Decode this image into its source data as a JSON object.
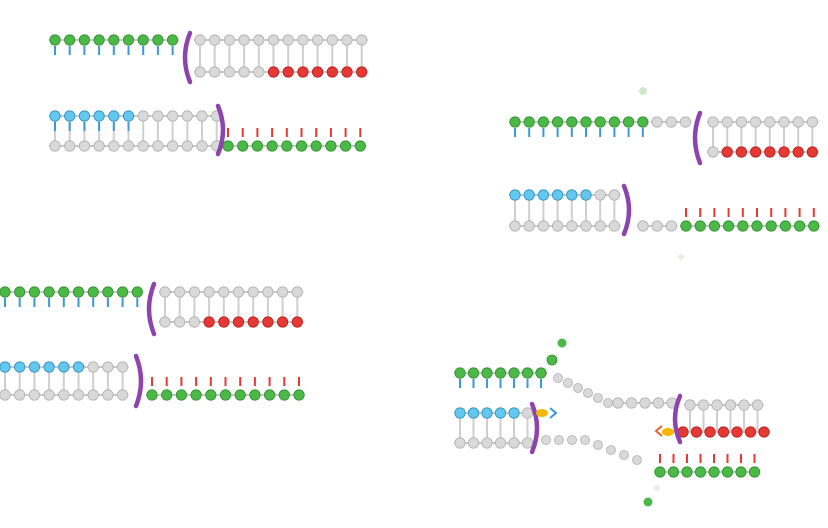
{
  "colors": {
    "green": "#4cb848",
    "green_dark": "#2f8f2f",
    "red": "#e53935",
    "red_dark": "#b71c1c",
    "cyan": "#63c7ee",
    "cyan_dark": "#2a8fc0",
    "gray": "#d9d9d9",
    "gray_dark": "#b0b0b0",
    "rung": "#cfcfcf",
    "purple": "#8e44ad",
    "tick_green": "#3a9ad9",
    "tick_red": "#e53935",
    "yellow": "#f5b800",
    "orange": "#e9642b",
    "blue_arrow": "#3a9ad9"
  },
  "panels": [
    {
      "id": "panel-top-left"
    },
    {
      "id": "panel-top-right"
    },
    {
      "id": "panel-middle-left"
    },
    {
      "id": "panel-bottom-right"
    }
  ],
  "icons": [
    "bead-icon",
    "bracket-icon",
    "enzyme-icon",
    "direction-arrow-icon"
  ]
}
